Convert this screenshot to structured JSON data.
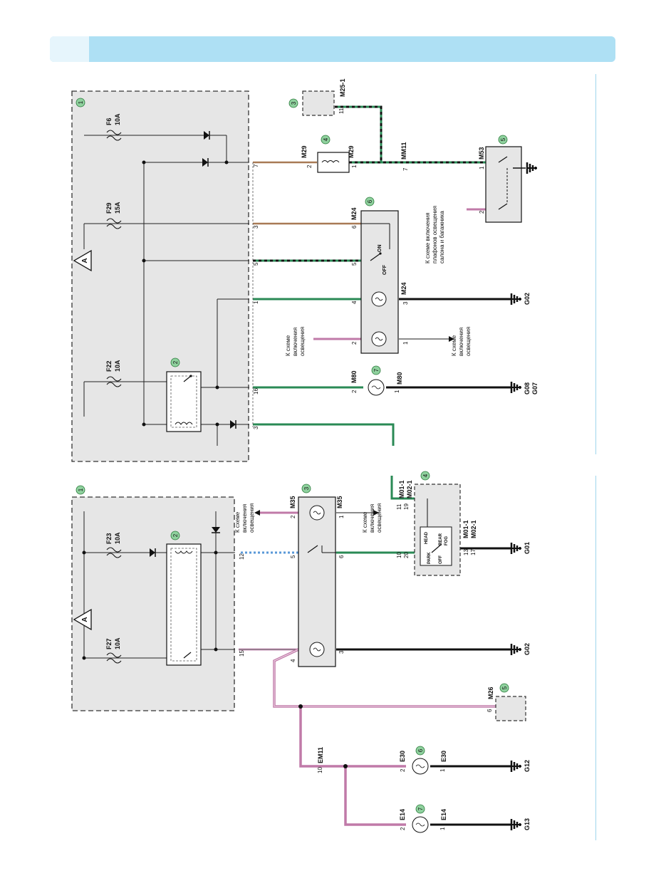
{
  "header": {
    "tab": "",
    "title": ""
  },
  "colors": {
    "header": "#aee0f4",
    "module": "#e6e6e6",
    "marker": "#8fd19e",
    "wire_green": "#2a8a55",
    "wire_pink": "#d9a0c8",
    "wire_brown": "#a87a55",
    "wire_blue": "#5a98d8"
  },
  "top": {
    "fuses": {
      "f6": "F6",
      "f6a": "10A",
      "f29": "F29",
      "f29a": "15A",
      "f22": "F22",
      "f22a": "10A"
    },
    "markers": {
      "m1": "1",
      "m2": "2",
      "m3": "3",
      "m4": "4",
      "m5": "5",
      "m6": "6",
      "m7": "7"
    },
    "triangle": "A",
    "pins": {
      "p7": "7",
      "p3": "3",
      "p5": "5",
      "p1": "1",
      "p16": "16",
      "p3b": "3",
      "m29a": "2",
      "m29b": "1",
      "m25a": "11",
      "mm11": "7",
      "m53a": "1",
      "m53b": "2",
      "m24a": "6",
      "m24b": "5",
      "m24c": "4",
      "m24d": "3",
      "m24e": "2",
      "m24f": "1",
      "m80a": "2",
      "m80b": "1"
    },
    "connectors": {
      "m29l": "M29",
      "m29r": "M29",
      "m25": "M25-1",
      "mm11": "MM11",
      "m53": "M53",
      "m24": "M24",
      "m24b": "M24",
      "m80l": "M80",
      "m80r": "M80"
    },
    "switch": {
      "on": "ON",
      "off": "OFF"
    },
    "grounds": {
      "g02": "G02",
      "g08": "G08",
      "g07": "G07"
    },
    "notes": {
      "n1": [
        "К схеме включения",
        "плафонов освещения",
        "салона и багажника"
      ],
      "n2": [
        "К схеме",
        "включения",
        "освещения"
      ],
      "n3": [
        "К схеме",
        "включения",
        "освещения"
      ]
    }
  },
  "bottom": {
    "fuses": {
      "f23": "F23",
      "f23a": "10A",
      "f27": "F27",
      "f27a": "10A"
    },
    "markers": {
      "m1": "1",
      "m2": "2",
      "m3": "3",
      "m4": "4",
      "m5": "5",
      "m6": "6",
      "m7": "7"
    },
    "triangle": "A",
    "pins": {
      "p12": "12",
      "p15": "15",
      "m35a": "2",
      "m35b": "1",
      "m35c": "5",
      "m35d": "6",
      "m35e": "4",
      "m35f": "3",
      "p11": "11",
      "p19": "19",
      "p10": "10",
      "p20": "20",
      "p13": "13",
      "p17": "17",
      "m26": "6",
      "em11": "10",
      "e30a": "2",
      "e30b": "1",
      "e14a": "2",
      "e14b": "1"
    },
    "connectors": {
      "m35l": "M35",
      "m35r": "M35",
      "m011": "M01-1",
      "m021": "M02-1",
      "m011b": "M01-1",
      "m021b": "M02-1",
      "m26": "M26",
      "em11": "EM11",
      "e30l": "E30",
      "e30r": "E30",
      "e14l": "E14",
      "e14r": "E14"
    },
    "switch": {
      "head": "HEAD",
      "park": "PARK",
      "off": "OFF",
      "rear": "REAR",
      "fog": "FOG"
    },
    "grounds": {
      "g01": "G01",
      "g02": "G02",
      "g12": "G12",
      "g13": "G13"
    },
    "notes": {
      "n1": [
        "К схеме",
        "включения",
        "освещения"
      ],
      "n2": [
        "К схеме",
        "включения",
        "освещения"
      ]
    }
  }
}
